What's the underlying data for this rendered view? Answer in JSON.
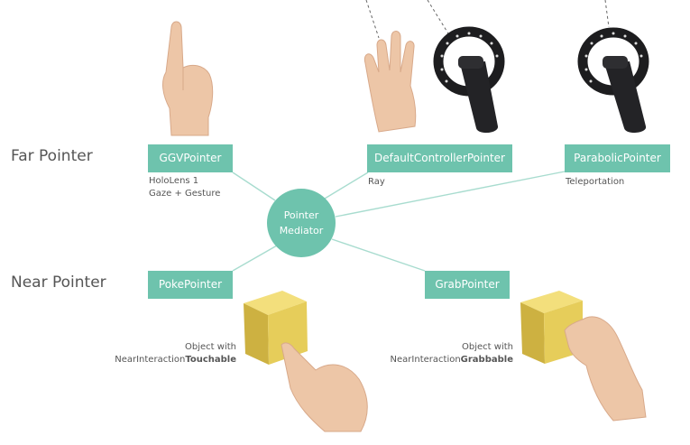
{
  "rows": {
    "far_label": "Far Pointer",
    "near_label": "Near Pointer"
  },
  "pointers": {
    "ggv": {
      "label": "GGVPointer",
      "caption_line1": "HoloLens 1",
      "caption_line2": "Gaze + Gesture"
    },
    "default_controller": {
      "label": "DefaultControllerPointer",
      "caption": "Ray"
    },
    "parabolic": {
      "label": "ParabolicPointer",
      "caption": "Teleportation"
    },
    "poke": {
      "label": "PokePointer"
    },
    "grab": {
      "label": "GrabPointer"
    }
  },
  "mediator": {
    "line1": "Pointer",
    "line2": "Mediator"
  },
  "objects": {
    "touchable": {
      "line1": "Object with",
      "prefix": "NearInteraction",
      "emphasis": "Touchable"
    },
    "grabbable": {
      "line1": "Object with",
      "prefix": "NearInteraction",
      "emphasis": "Grabbable"
    }
  },
  "colors": {
    "accent": "#6ec3ad",
    "connector": "#a8dccf",
    "cube": "#e6cd5a",
    "text": "#555555"
  },
  "icons": [
    "hand-pointing-up-icon",
    "hand-open-icon",
    "motion-controller-icon",
    "motion-controller-icon",
    "cube-icon",
    "cube-icon",
    "hand-touch-icon",
    "hand-pinch-icon"
  ]
}
